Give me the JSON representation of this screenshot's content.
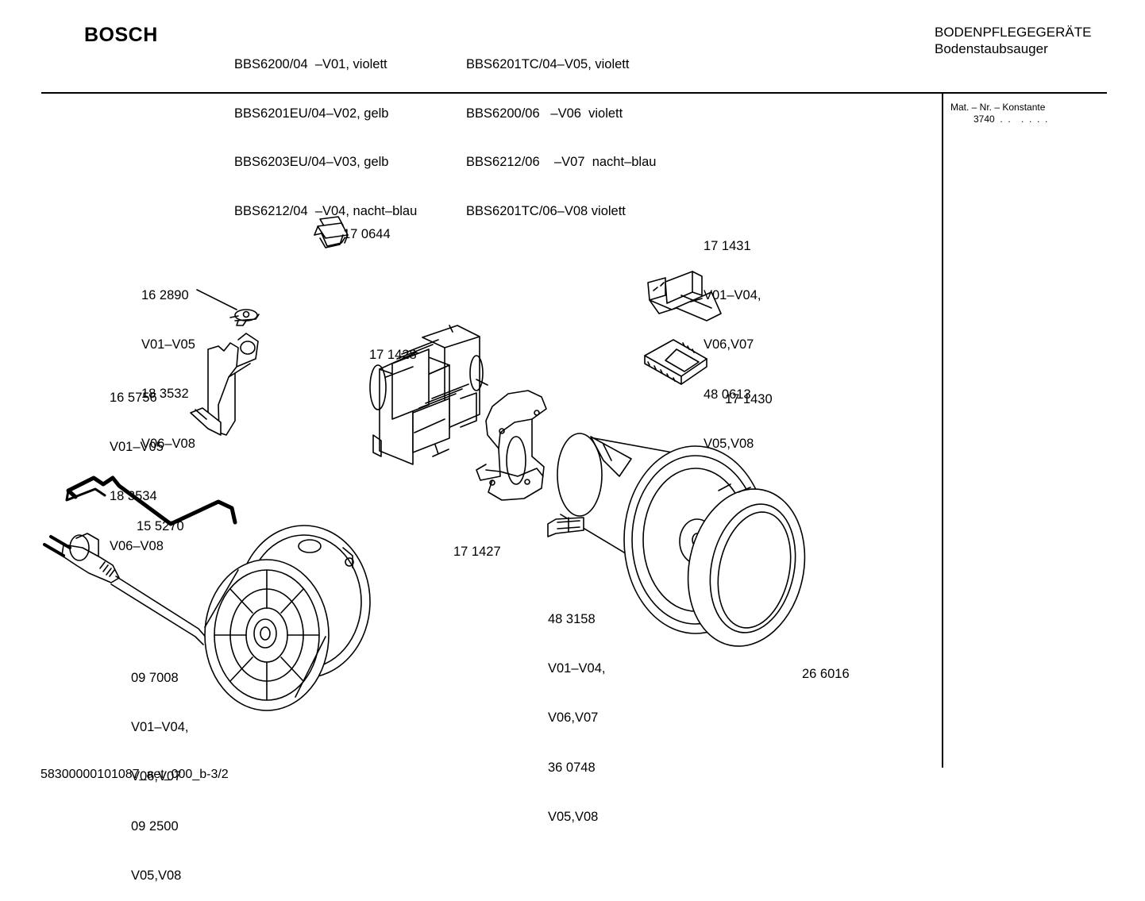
{
  "header": {
    "brand": "BOSCH",
    "models_col1": [
      "BBS6200/04  –V01, violett",
      "BBS6201EU/04–V02, gelb",
      "BBS6203EU/04–V03, gelb",
      "BBS6212/04  –V04, nacht–blau"
    ],
    "models_col2": [
      "BBS6201TC/04–V05, violett",
      "BBS6200/06   –V06  violett",
      "BBS6212/06    –V07  nacht–blau",
      "BBS6201TC/06–V08 violett"
    ],
    "category": "BODENPFLEGEGERÄTE",
    "subcategory": "Bodenstaubsauger"
  },
  "sidebar": {
    "constant_label": "Mat. – Nr. – Konstante",
    "constant_value": "3740  .  .    .  .  .  ."
  },
  "parts": [
    {
      "id": "switch",
      "lines": [
        "17 0644"
      ]
    },
    {
      "id": "cable-clip",
      "lines": [
        "16 2890",
        "V01–V05",
        "18 3532",
        "V06–V08"
      ]
    },
    {
      "id": "bracket",
      "lines": [
        "16 5756",
        "V01–V05",
        "18 3534",
        "V06–V08"
      ]
    },
    {
      "id": "stator-housing",
      "lines": [
        "17 1428"
      ]
    },
    {
      "id": "rotor-holder",
      "lines": [
        "17 1427"
      ]
    },
    {
      "id": "circuit-board-upper",
      "lines": [
        "17 1431",
        "V01–V04,",
        "V06,V07",
        "48 0613",
        "V05,V08"
      ]
    },
    {
      "id": "circuit-board-lower",
      "lines": [
        "17 1430"
      ]
    },
    {
      "id": "wire-bracket",
      "lines": [
        "15 5270"
      ]
    },
    {
      "id": "cable-reel",
      "lines": [
        "09 7008",
        "V01–V04,",
        "V06,V07",
        "09 2500",
        "V05,V08"
      ]
    },
    {
      "id": "motor",
      "lines": [
        "48 3158",
        "V01–V04,",
        "V06,V07",
        "36 0748",
        "V05,V08"
      ]
    },
    {
      "id": "motor-seal-ring",
      "lines": [
        "26 6016"
      ]
    }
  ],
  "footer": {
    "doc_code": "58300000101087_aet_000_b-3/2"
  }
}
